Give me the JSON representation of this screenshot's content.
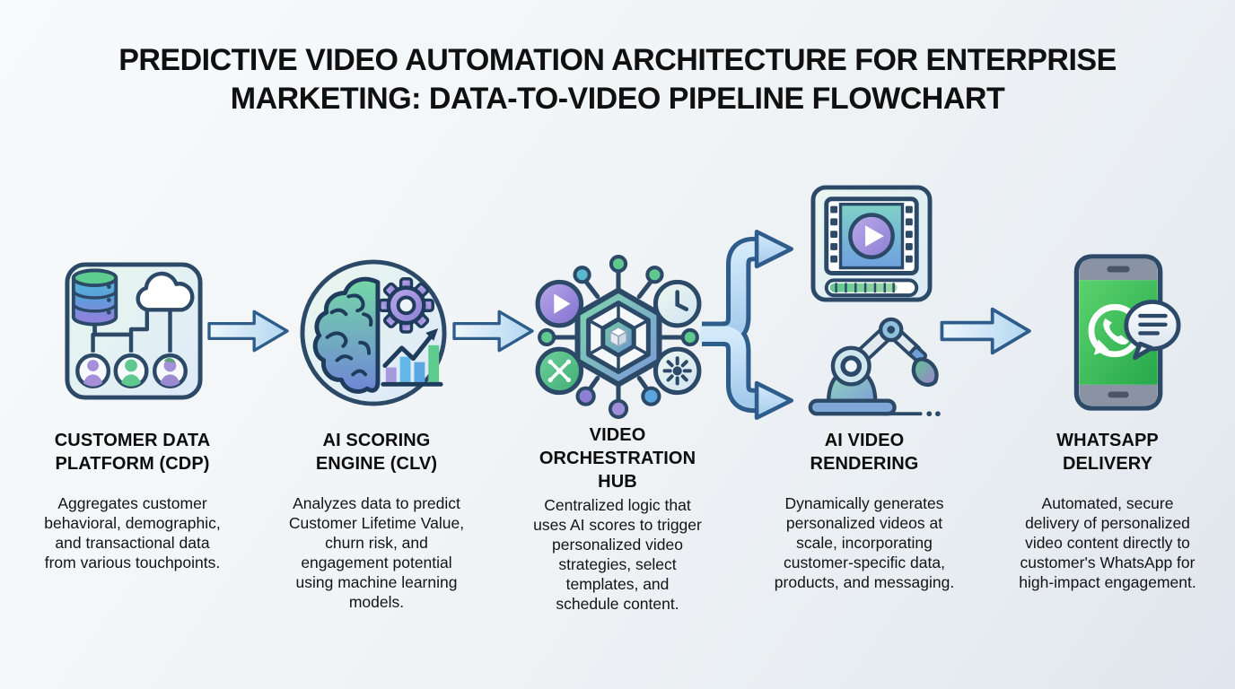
{
  "title": "PREDICTIVE VIDEO AUTOMATION ARCHITECTURE FOR ENTERPRISE\nMARKETING: DATA-TO-VIDEO PIPELINE FLOWCHART",
  "stages": [
    {
      "id": "customer-data-platform",
      "title": "CUSTOMER DATA\nPLATFORM (CDP)",
      "description": "Aggregates customer\nbehavioral, demographic,\nand transactional data\nfrom various touchpoints.",
      "icon": "database-cloud-users-icon"
    },
    {
      "id": "ai-scoring-engine",
      "title": "AI SCORING\nENGINE (CLV)",
      "description": "Analyzes data to predict\nCustomer Lifetime Value,\nchurn risk, and\nengagement potential\nusing machine learning\nmodels.",
      "icon": "brain-gear-chart-icon"
    },
    {
      "id": "video-orchestration-hub",
      "title": "VIDEO\nORCHESTRATION\nHUB",
      "description": "Centralized logic that\nuses AI scores to trigger\npersonalized video\nstrategies, select\ntemplates, and\nschedule content.",
      "icon": "hexagon-network-hub-icon"
    },
    {
      "id": "ai-video-rendering",
      "title": "AI VIDEO\nRENDERING",
      "description": "Dynamically generates\npersonalized videos at\nscale, incorporating\ncustomer-specific data,\nproducts, and messaging.",
      "icon": "video-player-and-robot-arm-icon"
    },
    {
      "id": "whatsapp-delivery",
      "title": "WHATSAPP\nDELIVERY",
      "description": "Automated, secure\ndelivery of personalized\nvideo content directly to\ncustomer's WhatsApp for\nhigh-impact engagement.",
      "icon": "whatsapp-phone-icon"
    }
  ],
  "connectors": [
    {
      "type": "arrow-right",
      "from": "customer-data-platform",
      "to": "ai-scoring-engine"
    },
    {
      "type": "arrow-right",
      "from": "ai-scoring-engine",
      "to": "video-orchestration-hub"
    },
    {
      "type": "split-branch-arrow",
      "from": "video-orchestration-hub",
      "to": "ai-video-rendering"
    },
    {
      "type": "arrow-right",
      "from": "ai-video-rendering",
      "to": "whatsapp-delivery"
    }
  ],
  "colors": {
    "outline_navy": "#2c4a68",
    "arrow_blue_light": "#d9ecf9",
    "arrow_blue": "#a9cfee",
    "arrow_stroke": "#2e5d8c",
    "accent_green": "#5ec88f",
    "accent_blue": "#5aa6e0",
    "accent_purple": "#8d7fd4",
    "whatsapp_green": "#3cc257",
    "background": "#eef2f5"
  }
}
